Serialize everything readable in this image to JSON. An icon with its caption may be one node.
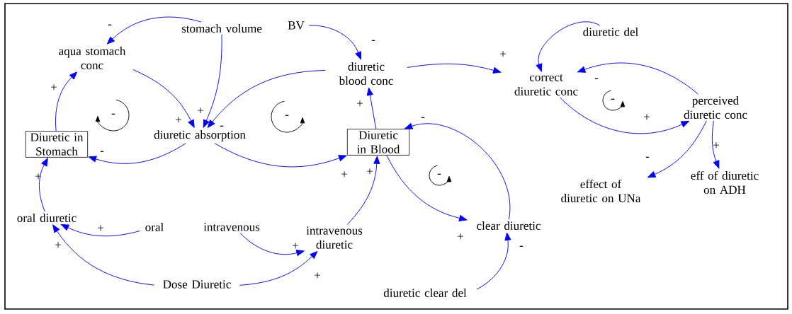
{
  "diagram": {
    "nodes": [
      {
        "text": [
          "stomach volume"
        ]
      },
      {
        "text": [
          "aqua stomach conc"
        ]
      },
      {
        "text": [
          "BV"
        ]
      },
      {
        "text": [
          "diuretic blood conc"
        ]
      },
      {
        "text": [
          "diuretic del"
        ]
      },
      {
        "text": [
          "correct diuretic conc"
        ]
      },
      {
        "text": [
          "perceived diuretic conc"
        ]
      },
      {
        "text": [
          "Diuretic in Stomach"
        ]
      },
      {
        "text": [
          "diuretic absorption"
        ]
      },
      {
        "text": [
          "Diuretic in Blood"
        ]
      },
      {
        "text": [
          "effect of diuretic on UNa"
        ]
      },
      {
        "text": [
          "eff of diuretic on ADH"
        ]
      },
      {
        "text": [
          "oral diuretic"
        ]
      },
      {
        "text": [
          "oral"
        ]
      },
      {
        "text": [
          "intravenous"
        ]
      },
      {
        "text": [
          "intravenous diuretic"
        ]
      },
      {
        "text": [
          "clear diuretic"
        ]
      },
      {
        "text": [
          "Dose Diuretic"
        ]
      },
      {
        "text": [
          "diuretic clear del"
        ]
      }
    ],
    "edges": [
      {
        "from": 0,
        "to": 1,
        "arrow": "to",
        "label": "-"
      },
      {
        "from": 0,
        "to": 8,
        "arrow": "to",
        "label": "+"
      },
      {
        "from": 1,
        "to": 8,
        "arrow": "to",
        "label": "+"
      },
      {
        "from": 7,
        "to": 1,
        "arrow": "to",
        "label": "+"
      },
      {
        "from": 8,
        "to": 7,
        "arrow": "to",
        "label": "-"
      },
      {
        "from": 8,
        "to": 9,
        "arrow": "to",
        "label": "+"
      },
      {
        "from": 2,
        "to": 3,
        "arrow": "to",
        "label": "-"
      },
      {
        "from": 3,
        "to": 8,
        "arrow": "to",
        "label": "-"
      },
      {
        "from": 9,
        "to": 3,
        "arrow": "to",
        "label": "+"
      },
      {
        "from": 3,
        "to": 5,
        "arrow": "to",
        "label": "+"
      },
      {
        "from": 4,
        "to": 5,
        "arrow": "to"
      },
      {
        "from": 6,
        "to": 5,
        "arrow": "to",
        "label": "-"
      },
      {
        "from": 5,
        "to": 6,
        "arrow": "to",
        "label": "+"
      },
      {
        "from": 6,
        "to": 10,
        "arrow": "to",
        "label": "-"
      },
      {
        "from": 6,
        "to": 11,
        "arrow": "to",
        "label": "+"
      },
      {
        "from": 12,
        "to": 7,
        "arrow": "to",
        "label": "+"
      },
      {
        "from": 13,
        "to": 12,
        "arrow": "to",
        "label": "+"
      },
      {
        "from": 17,
        "to": 12,
        "arrow": "to",
        "label": "+"
      },
      {
        "from": 14,
        "to": 15,
        "arrow": "to",
        "label": "+"
      },
      {
        "from": 17,
        "to": 15,
        "arrow": "to",
        "label": "+"
      },
      {
        "from": 15,
        "to": 9,
        "arrow": "to",
        "label": "+"
      },
      {
        "from": 9,
        "to": 16,
        "arrow": "to",
        "label": "+"
      },
      {
        "from": 16,
        "to": 9,
        "arrow": "to",
        "label": "-"
      },
      {
        "from": 18,
        "to": 16,
        "arrow": "to",
        "label": "-"
      }
    ],
    "labels": [
      "-",
      "-",
      "-",
      "-"
    ]
  }
}
